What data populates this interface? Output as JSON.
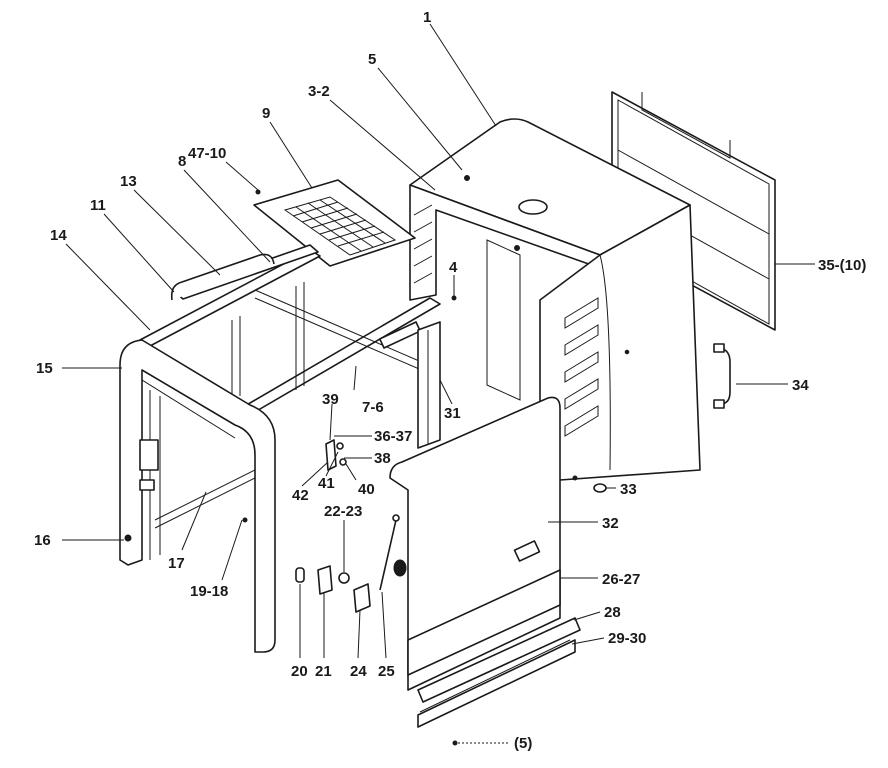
{
  "labels": {
    "l1": "1",
    "l5": "5",
    "l3_2": "3-2",
    "l9": "9",
    "l47_10": "47-10",
    "l8": "8",
    "l13": "13",
    "l11": "11",
    "l14": "14",
    "l15": "15",
    "l4": "4",
    "l35_10": "35-(10)",
    "l34": "34",
    "l7_6": "7-6",
    "l39": "39",
    "l36_37": "36-37",
    "l38": "38",
    "l31": "31",
    "l41": "41",
    "l40": "40",
    "l42": "42",
    "l33": "33",
    "l16": "16",
    "l17": "17",
    "l22_23": "22-23",
    "l32": "32",
    "l26_27": "26-27",
    "l19_18": "19-18",
    "l28": "28",
    "l29_30": "29-30",
    "l20": "20",
    "l21": "21",
    "l24": "24",
    "l25": "25",
    "l5b": "(5)"
  }
}
